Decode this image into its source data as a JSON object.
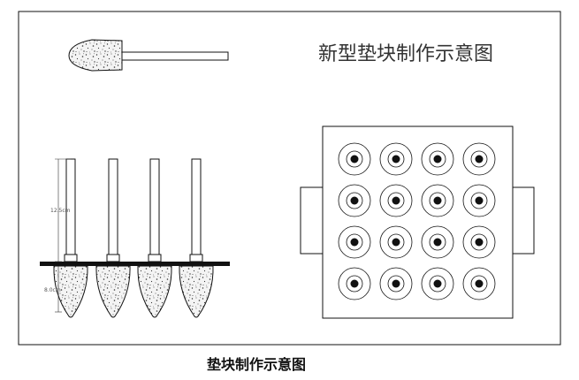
{
  "diagram": {
    "title": "新型垫块制作示意图",
    "caption": "垫块制作示意图",
    "dimension_rod": "12.5cm",
    "dimension_base": "8.0cm",
    "block_grid": {
      "rows": 4,
      "columns": 4
    },
    "rod_count": 4
  },
  "colors": {
    "line": "#111111",
    "ground": "#111111",
    "concrete_fill": "#f4f4f4",
    "speckle": "#333333"
  }
}
